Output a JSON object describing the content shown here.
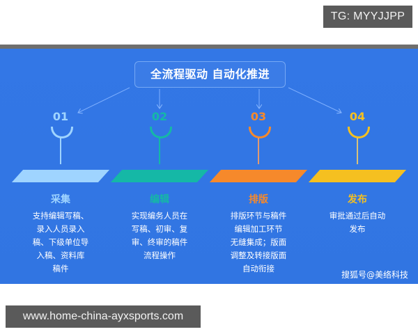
{
  "overlay": {
    "tg_label": "TG: MYYJJPP",
    "url_label": "www.home-china-ayxsports.com"
  },
  "diagram": {
    "title": "全流程驱动 自动化推进",
    "background_color": "#3377e6",
    "steps": [
      {
        "number": "01",
        "title": "采集",
        "color": "#9fd4ff",
        "description_lines": [
          "支持编辑写稿、",
          "录入人员录入",
          "稿、下级单位导",
          "入稿、资料库",
          "稿件"
        ]
      },
      {
        "number": "02",
        "title": "编辑",
        "color": "#15b8a6",
        "description_lines": [
          "实现编务人员在",
          "写稿、初审、复",
          "审、终审的稿件",
          "流程操作"
        ]
      },
      {
        "number": "03",
        "title": "排版",
        "color": "#f6892b",
        "description_lines": [
          "排版环节与稿件",
          "编辑加工环节",
          "无缝集成；版面",
          "调整及转接版面",
          "自动衔接"
        ]
      },
      {
        "number": "04",
        "title": "发布",
        "color": "#f5c020",
        "description_lines": [
          "审批通过后自动",
          "发布"
        ]
      }
    ],
    "watermark": "搜狐号@美络科技"
  }
}
